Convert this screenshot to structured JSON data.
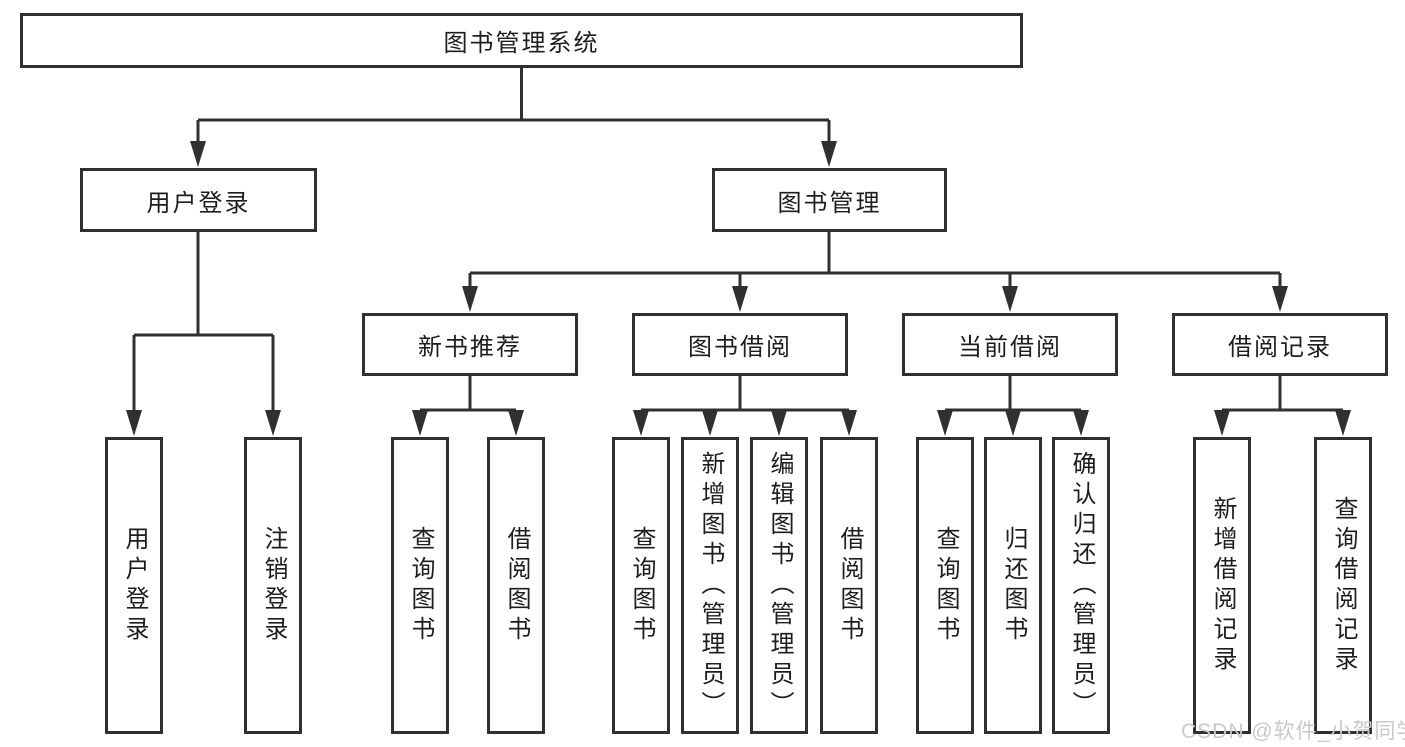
{
  "diagram": {
    "root": {
      "label": "图书管理系统"
    },
    "user_login": {
      "label": "用户登录",
      "children": [
        {
          "label": "用户登录"
        },
        {
          "label": "注销登录"
        }
      ]
    },
    "book_mgmt": {
      "label": "图书管理",
      "sections": [
        {
          "label": "新书推荐",
          "children": [
            {
              "label": "查询图书"
            },
            {
              "label": "借阅图书"
            }
          ]
        },
        {
          "label": "图书借阅",
          "children": [
            {
              "label": "查询图书"
            },
            {
              "label": "新增图书（管理员）"
            },
            {
              "label": "编辑图书（管理员）"
            },
            {
              "label": "借阅图书"
            }
          ]
        },
        {
          "label": "当前借阅",
          "children": [
            {
              "label": "查询图书"
            },
            {
              "label": "归还图书"
            },
            {
              "label": "确认归还（管理员）"
            }
          ]
        },
        {
          "label": "借阅记录",
          "children": [
            {
              "label": "新增借阅记录"
            },
            {
              "label": "查询借阅记录"
            }
          ]
        }
      ]
    },
    "watermark": "CSDN @软件_小贺同学"
  },
  "colors": {
    "line": "#303030",
    "text": "#1e1e1e",
    "watermark": "#c9c9c9",
    "background": "#ffffff"
  }
}
